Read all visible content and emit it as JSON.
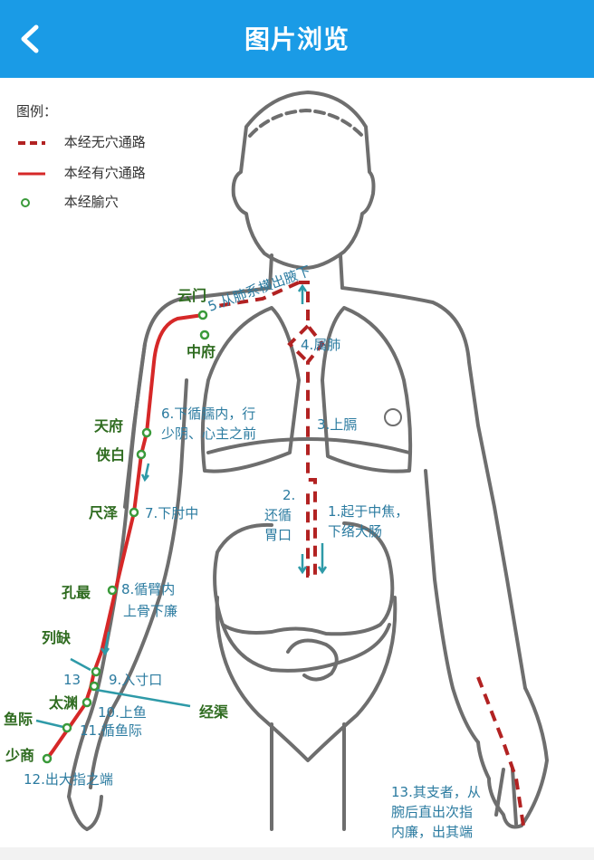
{
  "header": {
    "title": "图片浏览",
    "back_icon": "chevron-left-icon",
    "bg_color": "#1a9be6"
  },
  "legend": {
    "title": "图例：",
    "items": [
      {
        "label": "本经无穴通路",
        "style": "dashed",
        "color": "#b22222"
      },
      {
        "label": "本经有穴通路",
        "style": "solid",
        "color": "#d62828"
      },
      {
        "label": "本经腧穴",
        "style": "circle",
        "color": "#3a9a3a"
      }
    ]
  },
  "acupoints": {
    "yunmen": "云门",
    "zhongfu": "中府",
    "tianfu": "天府",
    "xiabai": "侠白",
    "chize": "尺泽",
    "kongzui": "孔最",
    "lieque": "列缺",
    "taiyuan": "太渊",
    "jingqu": "经渠",
    "yuji": "鱼际",
    "shaoshang": "少商"
  },
  "steps": {
    "s1a": "1.起于中焦，",
    "s1b": "下络大肠",
    "s2a": "2.",
    "s2b": "还循",
    "s2c": "胃口",
    "s3": "3.上膈",
    "s4": "4.属肺",
    "s5": "5.从肺系横出腋下",
    "s6a": "6.下循臑内，行",
    "s6b": "少阴、心主之前",
    "s7": "7.下肘中",
    "s8a": "8.循臂内",
    "s8b": "上骨下廉",
    "s9": "9.入寸口",
    "s10": "10.上鱼",
    "s11": "11.循鱼际",
    "s12": "12.出大指之端",
    "s13num": "13",
    "s13a": "13.其支者，从",
    "s13b": "腕后直出次指",
    "s13c": "内廉，出其端"
  }
}
